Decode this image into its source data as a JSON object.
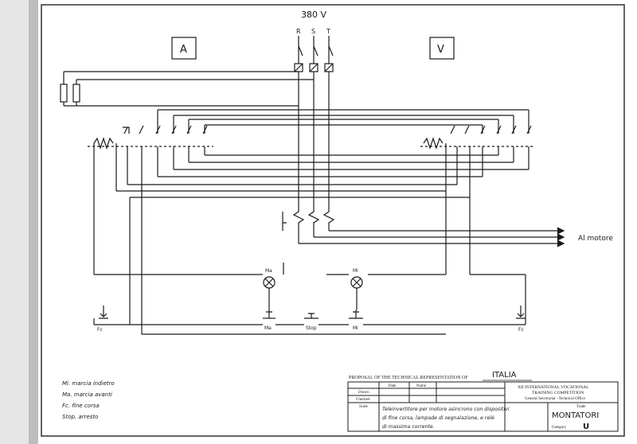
{
  "supply": {
    "voltage": "380 V",
    "phases": [
      "R",
      "S",
      "T"
    ]
  },
  "boxes": {
    "forward": "A",
    "reverse": "V"
  },
  "motor_label": "Al motore",
  "lamps": [
    {
      "id": "ma",
      "label": "Ma"
    },
    {
      "id": "mi",
      "label": "Mi"
    }
  ],
  "buttons": [
    {
      "id": "ma",
      "label": "Ma"
    },
    {
      "id": "stop",
      "label": "Stop"
    },
    {
      "id": "mi",
      "label": "Mi"
    }
  ],
  "limit_switches": [
    "Fc",
    "Fc"
  ],
  "legend": [
    "Mi. marcia indietro",
    "Ma. marcia avanti",
    "Fc. fine corsa",
    "Stop. arresto"
  ],
  "title_block": {
    "proposal": "PROPOSAL OF THE TECHNICAL REPRESENTATION OF",
    "country": "ITALIA",
    "columns": {
      "date": "Date",
      "name": "Name"
    },
    "rows": [
      "Drawn",
      "Checked"
    ],
    "scale": "Scale",
    "competition_line1": "XII INTERNATIONAL VOCATIONAL",
    "competition_line2": "TRAINING COMPETITION",
    "office": "General Secretariat - Technical Office",
    "description_line1": "Teleinvertitore per motore asincrono con dispositivi",
    "description_line2": "di fine corsa, lampade di segnalazione, e relè",
    "description_line3": "di massima corrente.",
    "trade_label": "Trade",
    "trade": "MONTATORI",
    "category_label": "Category",
    "category": "U"
  }
}
